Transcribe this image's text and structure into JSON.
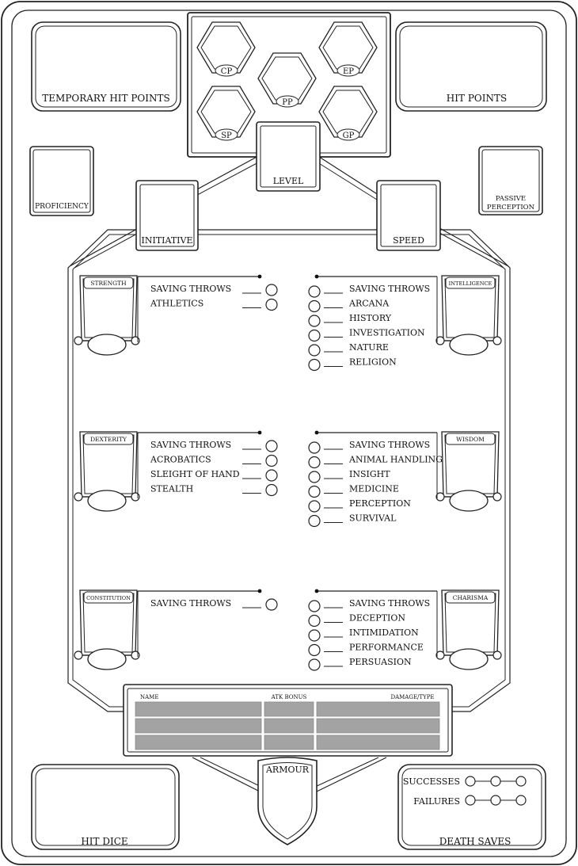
{
  "stats": {
    "temp_hp": "TEMPORARY HIT POINTS",
    "hp": "HIT POINTS",
    "proficiency": "PROFICIENCY",
    "passive_perception_1": "PASSIVE",
    "passive_perception_2": "PERCEPTION",
    "level": "LEVEL",
    "initiative": "INITIATIVE",
    "speed": "SPEED",
    "hit_dice": "HIT DICE",
    "death_saves": "DEATH SAVES",
    "successes": "SUCCESSES",
    "failures": "FAILURES",
    "armour": "ARMOUR"
  },
  "coins": {
    "cp": "CP",
    "ep": "EP",
    "pp": "PP",
    "sp": "SP",
    "gp": "GP"
  },
  "abilities": [
    {
      "name": "STRENGTH",
      "skills": [
        "SAVING THROWS",
        "ATHLETICS"
      ]
    },
    {
      "name": "INTELLIGENCE",
      "skills": [
        "SAVING THROWS",
        "ARCANA",
        "HISTORY",
        "INVESTIGATION",
        "NATURE",
        "RELIGION"
      ]
    },
    {
      "name": "DEXTERITY",
      "skills": [
        "SAVING THROWS",
        "ACROBATICS",
        "SLEIGHT OF HAND",
        "STEALTH"
      ]
    },
    {
      "name": "WISDOM",
      "skills": [
        "SAVING THROWS",
        "ANIMAL HANDLING",
        "INSIGHT",
        "MEDICINE",
        "PERCEPTION",
        "SURVIVAL"
      ]
    },
    {
      "name": "CONSTITUTION",
      "skills": [
        "SAVING THROWS"
      ]
    },
    {
      "name": "CHARISMA",
      "skills": [
        "SAVING THROWS",
        "DECEPTION",
        "INTIMIDATION",
        "PERFORMANCE",
        "PERSUASION"
      ]
    }
  ],
  "attacks": {
    "name": "NAME",
    "atk": "ATK BONUS",
    "damage": "DAMAGE/TYPE"
  }
}
